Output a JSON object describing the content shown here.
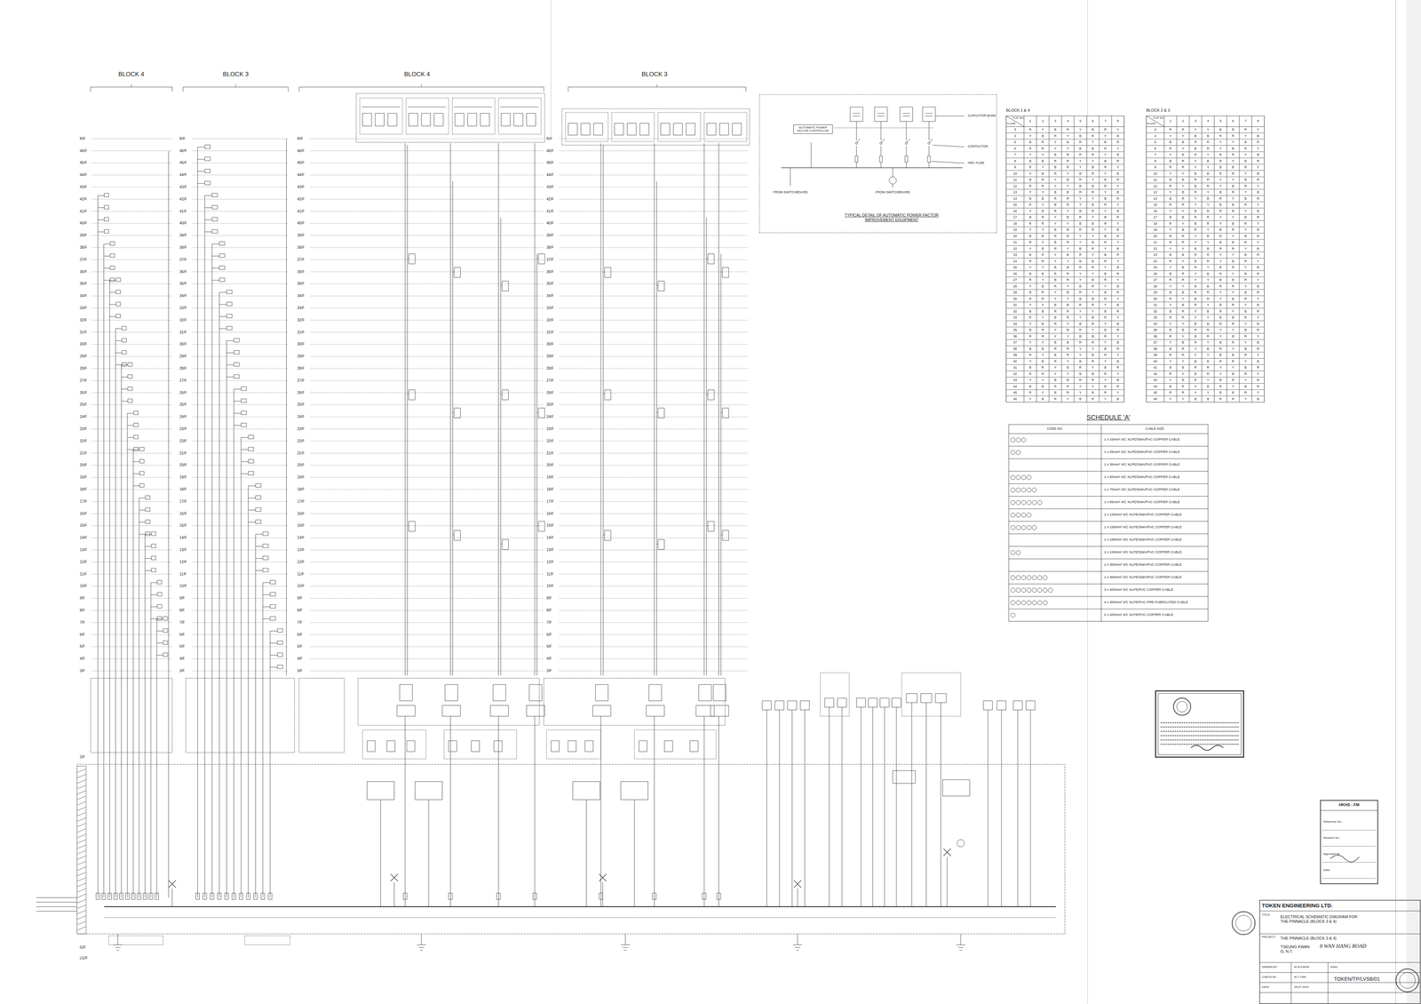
{
  "diagram": {
    "nodes": [
      {
        "text": [
          "TYPICAL DETAIL OF AUTOMATIC POWER FACTOR IMPROVEMENT EQUIPMENT"
        ]
      },
      {
        "text": [
          "AUTOMATIC POWER FACTOR CONTROLLER"
        ],
        "in": 0
      },
      {
        "text": [
          "SCHEDULE 'A'"
        ]
      }
    ],
    "labels": [
      "BLOCK 4",
      "BLOCK 3",
      "BLOCK 4",
      "BLOCK 3",
      "R/F",
      "46/F",
      "45/F",
      "44/F",
      "43/F",
      "42/F",
      "41/F",
      "40/F",
      "39/F",
      "38/F",
      "37/F",
      "36/F",
      "35/F",
      "34/F",
      "33/F",
      "32/F",
      "31/F",
      "30/F",
      "29/F",
      "28/F",
      "27/F",
      "26/F",
      "25/F",
      "24/F",
      "23/F",
      "22/F",
      "21/F",
      "20/F",
      "19/F",
      "18/F",
      "17/F",
      "16/F",
      "15/F",
      "14/F",
      "13/F",
      "12/F",
      "11/F",
      "10/F",
      "9/F",
      "8/F",
      "7/F",
      "6/F",
      "5/F",
      "4/F",
      "3/F",
      "R/F",
      "46/F",
      "45/F",
      "44/F",
      "43/F",
      "42/F",
      "41/F",
      "40/F",
      "39/F",
      "38/F",
      "37/F",
      "36/F",
      "35/F",
      "34/F",
      "33/F",
      "32/F",
      "31/F",
      "30/F",
      "29/F",
      "28/F",
      "27/F",
      "26/F",
      "25/F",
      "24/F",
      "23/F",
      "22/F",
      "21/F",
      "20/F",
      "19/F",
      "18/F",
      "17/F",
      "16/F",
      "15/F",
      "14/F",
      "13/F",
      "12/F",
      "11/F",
      "10/F",
      "9/F",
      "8/F",
      "7/F",
      "6/F",
      "5/F",
      "4/F",
      "3/F",
      "R/F",
      "46/F",
      "45/F",
      "44/F",
      "43/F",
      "42/F",
      "41/F",
      "40/F",
      "39/F",
      "38/F",
      "37/F",
      "36/F",
      "35/F",
      "34/F",
      "33/F",
      "32/F",
      "31/F",
      "30/F",
      "29/F",
      "28/F",
      "27/F",
      "26/F",
      "25/F",
      "24/F",
      "23/F",
      "22/F",
      "21/F",
      "20/F",
      "19/F",
      "18/F",
      "17/F",
      "16/F",
      "15/F",
      "14/F",
      "13/F",
      "12/F",
      "11/F",
      "10/F",
      "9/F",
      "8/F",
      "7/F",
      "6/F",
      "5/F",
      "4/F",
      "3/F",
      "R/F",
      "46/F",
      "45/F",
      "44/F",
      "43/F",
      "42/F",
      "41/F",
      "40/F",
      "39/F",
      "38/F",
      "37/F",
      "36/F",
      "35/F",
      "34/F",
      "33/F",
      "32/F",
      "31/F",
      "30/F",
      "29/F",
      "28/F",
      "27/F",
      "26/F",
      "25/F",
      "24/F",
      "23/F",
      "22/F",
      "21/F",
      "20/F",
      "19/F",
      "18/F",
      "17/F",
      "16/F",
      "15/F",
      "14/F",
      "13/F",
      "12/F",
      "11/F",
      "10/F",
      "9/F",
      "8/F",
      "7/F",
      "6/F",
      "5/F",
      "4/F",
      "3/F",
      "2/F",
      "G/F",
      "LG/F",
      "CAPACITOR BANK",
      "CONTACTOR",
      "HRC FUSE",
      "FROM SWITCHBOARD",
      "FROM SWITCHBOARD",
      "BLOCK 1 & 4",
      "FLAT NO.",
      "FLOOR",
      "1",
      "2",
      "3",
      "4",
      "5",
      "6",
      "7",
      "8",
      "3",
      "R",
      "Y",
      "B",
      "R",
      "Y",
      "B",
      "R",
      "Y",
      "4",
      "Y",
      "B",
      "R",
      "Y",
      "B",
      "R",
      "Y",
      "B",
      "5",
      "B",
      "R",
      "Y",
      "B",
      "R",
      "Y",
      "B",
      "R",
      "6",
      "R",
      "R",
      "Y",
      "Y",
      "B",
      "B",
      "R",
      "Y",
      "7",
      "Y",
      "Y",
      "B",
      "B",
      "R",
      "R",
      "Y",
      "B",
      "8",
      "B",
      "B",
      "R",
      "R",
      "Y",
      "Y",
      "B",
      "R",
      "9",
      "R",
      "Y",
      "B",
      "R",
      "Y",
      "B",
      "R",
      "Y",
      "10",
      "Y",
      "B",
      "R",
      "Y",
      "B",
      "R",
      "Y",
      "B",
      "11",
      "B",
      "R",
      "Y",
      "B",
      "R",
      "Y",
      "B",
      "R",
      "12",
      "R",
      "R",
      "Y",
      "Y",
      "B",
      "B",
      "R",
      "Y",
      "13",
      "Y",
      "Y",
      "B",
      "B",
      "R",
      "R",
      "Y",
      "B",
      "14",
      "B",
      "B",
      "R",
      "R",
      "Y",
      "Y",
      "B",
      "R",
      "15",
      "R",
      "Y",
      "B",
      "R",
      "Y",
      "B",
      "R",
      "Y",
      "16",
      "Y",
      "B",
      "R",
      "Y",
      "B",
      "R",
      "Y",
      "B",
      "17",
      "B",
      "R",
      "Y",
      "B",
      "R",
      "Y",
      "B",
      "R",
      "18",
      "R",
      "R",
      "Y",
      "Y",
      "B",
      "B",
      "R",
      "Y",
      "19",
      "Y",
      "Y",
      "B",
      "B",
      "R",
      "R",
      "Y",
      "B",
      "20",
      "B",
      "B",
      "R",
      "R",
      "Y",
      "Y",
      "B",
      "R",
      "21",
      "R",
      "Y",
      "B",
      "R",
      "Y",
      "B",
      "R",
      "Y",
      "22",
      "Y",
      "B",
      "R",
      "Y",
      "B",
      "R",
      "Y",
      "B",
      "23",
      "B",
      "R",
      "Y",
      "B",
      "R",
      "Y",
      "B",
      "R",
      "24",
      "R",
      "R",
      "Y",
      "Y",
      "B",
      "B",
      "R",
      "Y",
      "25",
      "Y",
      "Y",
      "B",
      "B",
      "R",
      "R",
      "Y",
      "B",
      "26",
      "B",
      "B",
      "R",
      "R",
      "Y",
      "Y",
      "B",
      "R",
      "27",
      "R",
      "Y",
      "B",
      "R",
      "Y",
      "B",
      "R",
      "Y",
      "28",
      "Y",
      "B",
      "R",
      "Y",
      "B",
      "R",
      "Y",
      "B",
      "29",
      "B",
      "R",
      "Y",
      "B",
      "R",
      "Y",
      "B",
      "R",
      "30",
      "R",
      "R",
      "Y",
      "Y",
      "B",
      "B",
      "R",
      "Y",
      "31",
      "Y",
      "Y",
      "B",
      "B",
      "R",
      "R",
      "Y",
      "B",
      "32",
      "B",
      "B",
      "R",
      "R",
      "Y",
      "Y",
      "B",
      "R",
      "33",
      "R",
      "Y",
      "B",
      "R",
      "Y",
      "B",
      "R",
      "Y",
      "34",
      "Y",
      "B",
      "R",
      "Y",
      "B",
      "R",
      "Y",
      "B",
      "35",
      "B",
      "R",
      "Y",
      "B",
      "R",
      "Y",
      "B",
      "R",
      "36",
      "R",
      "R",
      "Y",
      "Y",
      "B",
      "B",
      "R",
      "Y",
      "37",
      "Y",
      "Y",
      "B",
      "B",
      "R",
      "R",
      "Y",
      "B",
      "38",
      "B",
      "B",
      "R",
      "R",
      "Y",
      "Y",
      "B",
      "R",
      "39",
      "R",
      "Y",
      "B",
      "R",
      "Y",
      "B",
      "R",
      "Y",
      "40",
      "Y",
      "B",
      "R",
      "Y",
      "B",
      "R",
      "Y",
      "B",
      "41",
      "B",
      "R",
      "Y",
      "B",
      "R",
      "Y",
      "B",
      "R",
      "42",
      "R",
      "R",
      "Y",
      "Y",
      "B",
      "B",
      "R",
      "Y",
      "43",
      "Y",
      "Y",
      "B",
      "B",
      "R",
      "R",
      "Y",
      "B",
      "44",
      "B",
      "B",
      "R",
      "R",
      "Y",
      "Y",
      "B",
      "R",
      "45",
      "R",
      "Y",
      "B",
      "R",
      "Y",
      "B",
      "R",
      "Y",
      "46",
      "Y",
      "B",
      "R",
      "Y",
      "B",
      "R",
      "Y",
      "B",
      "BLOCK 2 & 3",
      "FLAT NO.",
      "FLOOR",
      "1",
      "2",
      "3",
      "4",
      "5",
      "6",
      "7",
      "8",
      "3",
      "R",
      "R",
      "Y",
      "Y",
      "B",
      "B",
      "R",
      "Y",
      "4",
      "Y",
      "Y",
      "B",
      "B",
      "R",
      "R",
      "Y",
      "B",
      "5",
      "B",
      "B",
      "R",
      "R",
      "Y",
      "Y",
      "B",
      "R",
      "6",
      "R",
      "Y",
      "B",
      "R",
      "Y",
      "B",
      "R",
      "Y",
      "7",
      "Y",
      "B",
      "R",
      "Y",
      "B",
      "R",
      "Y",
      "B",
      "8",
      "B",
      "R",
      "Y",
      "B",
      "R",
      "Y",
      "B",
      "R",
      "9",
      "R",
      "R",
      "Y",
      "Y",
      "B",
      "B",
      "R",
      "Y",
      "10",
      "Y",
      "Y",
      "B",
      "B",
      "R",
      "R",
      "Y",
      "B",
      "11",
      "B",
      "B",
      "R",
      "R",
      "Y",
      "Y",
      "B",
      "R",
      "12",
      "R",
      "Y",
      "B",
      "R",
      "Y",
      "B",
      "R",
      "Y",
      "13",
      "Y",
      "B",
      "R",
      "Y",
      "B",
      "R",
      "Y",
      "B",
      "14",
      "B",
      "R",
      "Y",
      "B",
      "R",
      "Y",
      "B",
      "R",
      "15",
      "R",
      "R",
      "Y",
      "Y",
      "B",
      "B",
      "R",
      "Y",
      "16",
      "Y",
      "Y",
      "B",
      "B",
      "R",
      "R",
      "Y",
      "B",
      "17",
      "B",
      "B",
      "R",
      "R",
      "Y",
      "Y",
      "B",
      "R",
      "18",
      "R",
      "Y",
      "B",
      "R",
      "Y",
      "B",
      "R",
      "Y",
      "19",
      "Y",
      "B",
      "R",
      "Y",
      "B",
      "R",
      "Y",
      "B",
      "20",
      "B",
      "R",
      "Y",
      "B",
      "R",
      "Y",
      "B",
      "R",
      "21",
      "R",
      "R",
      "Y",
      "Y",
      "B",
      "B",
      "R",
      "Y",
      "22",
      "Y",
      "Y",
      "B",
      "B",
      "R",
      "R",
      "Y",
      "B",
      "23",
      "B",
      "B",
      "R",
      "R",
      "Y",
      "Y",
      "B",
      "R",
      "24",
      "R",
      "Y",
      "B",
      "R",
      "Y",
      "B",
      "R",
      "Y",
      "25",
      "Y",
      "B",
      "R",
      "Y",
      "B",
      "R",
      "Y",
      "B",
      "26",
      "B",
      "R",
      "Y",
      "B",
      "R",
      "Y",
      "B",
      "R",
      "27",
      "R",
      "R",
      "Y",
      "Y",
      "B",
      "B",
      "R",
      "Y",
      "28",
      "Y",
      "Y",
      "B",
      "B",
      "R",
      "R",
      "Y",
      "B",
      "29",
      "B",
      "B",
      "R",
      "R",
      "Y",
      "Y",
      "B",
      "R",
      "30",
      "R",
      "Y",
      "B",
      "R",
      "Y",
      "B",
      "R",
      "Y",
      "31",
      "Y",
      "B",
      "R",
      "Y",
      "B",
      "R",
      "Y",
      "B",
      "32",
      "B",
      "R",
      "Y",
      "B",
      "R",
      "Y",
      "B",
      "R",
      "33",
      "R",
      "R",
      "Y",
      "Y",
      "B",
      "B",
      "R",
      "Y",
      "34",
      "Y",
      "Y",
      "B",
      "B",
      "R",
      "R",
      "Y",
      "B",
      "35",
      "B",
      "B",
      "R",
      "R",
      "Y",
      "Y",
      "B",
      "R",
      "36",
      "R",
      "Y",
      "B",
      "R",
      "Y",
      "B",
      "R",
      "Y",
      "37",
      "Y",
      "B",
      "R",
      "Y",
      "B",
      "R",
      "Y",
      "B",
      "38",
      "B",
      "R",
      "Y",
      "B",
      "R",
      "Y",
      "B",
      "R",
      "39",
      "R",
      "R",
      "Y",
      "Y",
      "B",
      "B",
      "R",
      "Y",
      "40",
      "Y",
      "Y",
      "B",
      "B",
      "R",
      "R",
      "Y",
      "B",
      "41",
      "B",
      "B",
      "R",
      "R",
      "Y",
      "Y",
      "B",
      "R",
      "42",
      "R",
      "Y",
      "B",
      "R",
      "Y",
      "B",
      "R",
      "Y",
      "43",
      "Y",
      "B",
      "R",
      "Y",
      "B",
      "R",
      "Y",
      "B",
      "44",
      "B",
      "R",
      "Y",
      "B",
      "R",
      "Y",
      "B",
      "R",
      "45",
      "R",
      "R",
      "Y",
      "Y",
      "B",
      "B",
      "R",
      "Y",
      "46",
      "Y",
      "Y",
      "B",
      "B",
      "R",
      "R",
      "Y",
      "B",
      "CODE NO.",
      "CABLE SIZE",
      "1 x 16mm² 4/C XLPE/SWA/PVC COPPER CABLE",
      "1 x 25mm² 4/C XLPE/SWA/PVC COPPER CABLE",
      "1 x 35mm² 4/C XLPE/SWA/PVC COPPER CABLE",
      "1 x 50mm² 4/C XLPE/SWA/PVC COPPER CABLE",
      "1 x 70mm² 4/C XLPE/SWA/PVC COPPER CABLE",
      "1 x 95mm² 4/C XLPE/SWA/PVC COPPER CABLE",
      "1 x 120mm² 4/C XLPE/SWA/PVC COPPER CABLE",
      "1 x 150mm² 4/C XLPE/SWA/PVC COPPER CABLE",
      "1 x 185mm² 4/C XLPE/SWA/PVC COPPER CABLE",
      "1 x 240mm² 4/C XLPE/SWA/PVC COPPER CABLE",
      "1 x 300mm² 4/C XLPE/SWA/PVC COPPER CABLE",
      "1 x 400mm² 4/C XLPE/SWA/PVC COPPER CABLE",
      "3 x 400mm² 4/C XLPE/PVC COPPER CABLE",
      "4 x 300mm² 4/C XLPE/PVC PRE-FABRICATED CABLE",
      "2 x 400mm² 4/C XLPE/PVC COPPER CABLE",
      "HKHS : FM",
      "Reference No.:",
      "Revision No.:",
      "Approved by:",
      "Date:",
      "TOKEN ENGINEERING LTD.",
      "TITLE:",
      "ELECTRICAL SCHEMATIC DIAGRAM FOR THE PINNACLE (BLOCK 3 & 4)",
      "PROJECT:",
      "THE PINNACLE (BLOCK 3 & 4)",
      "TSEUNG KWAN O, N.T.",
      "8 WAN HANG ROAD",
      "DWG.",
      "DRAWN BY",
      "W M KWOK",
      "CHECK BY",
      "W C FAN",
      "DATE",
      "05-07-2003",
      "TOKEN/TP/LVSB/01"
    ]
  }
}
